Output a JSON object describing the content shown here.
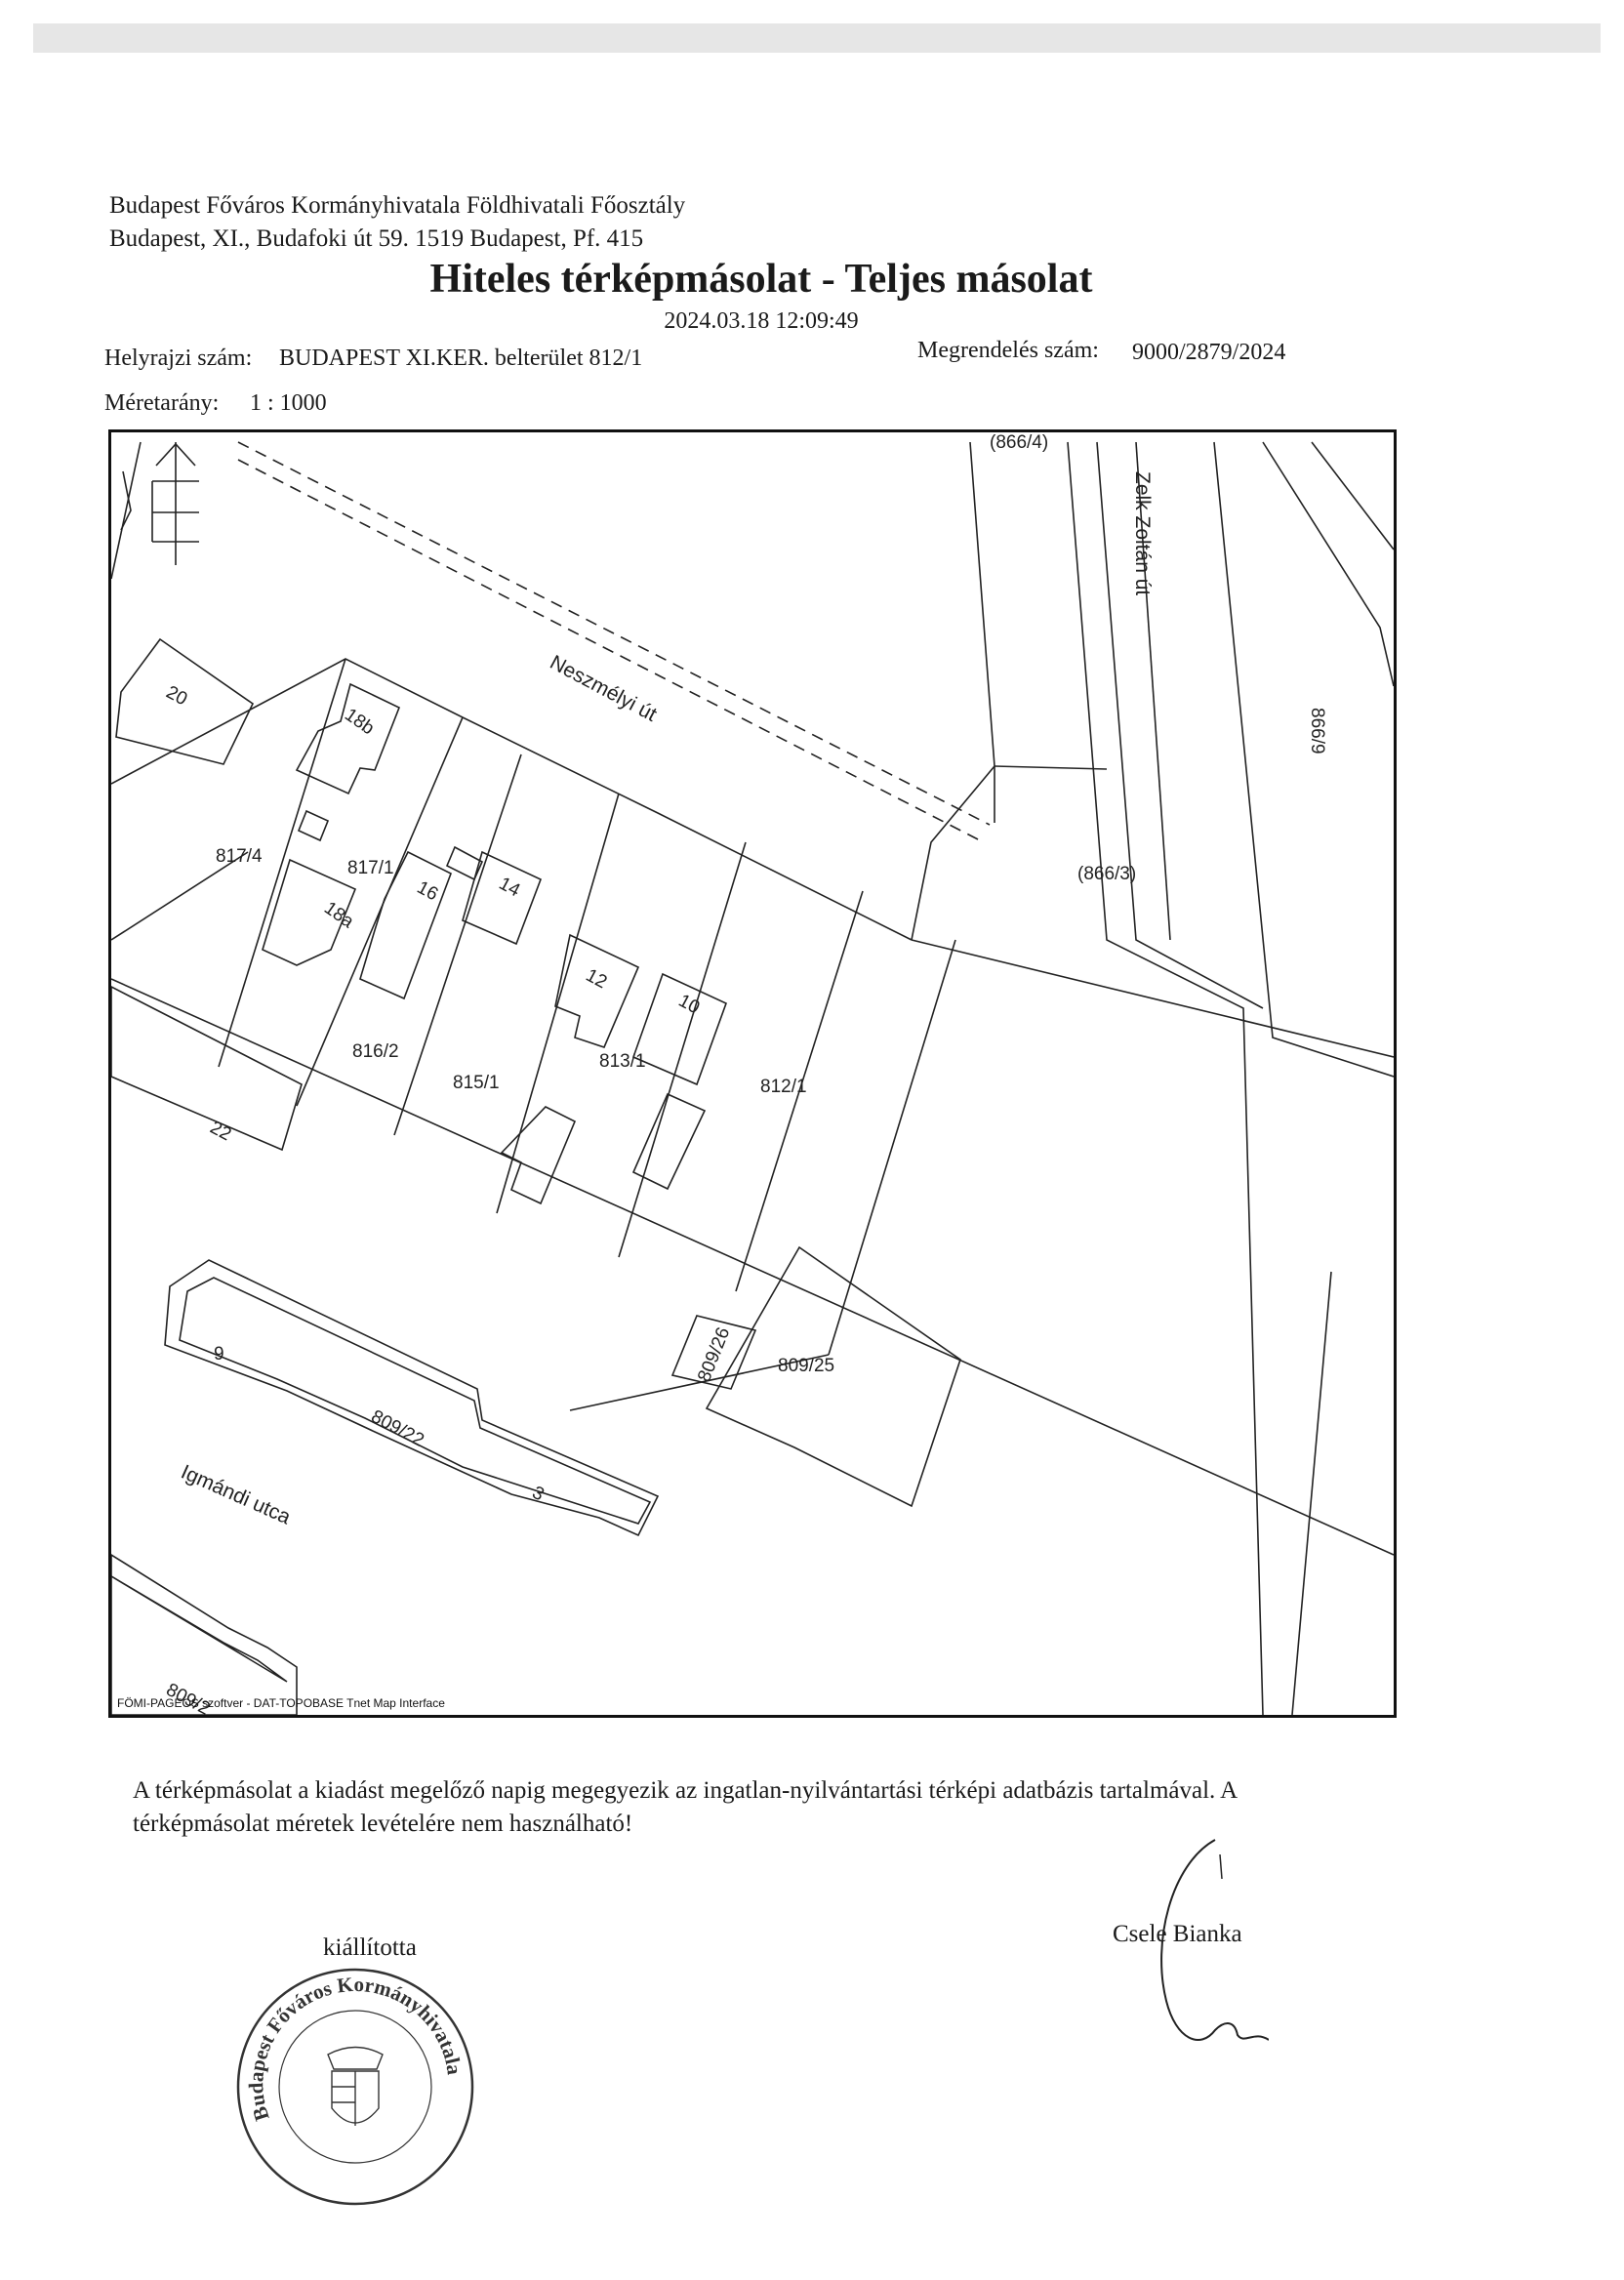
{
  "header": {
    "office_line1": "Budapest Főváros Kormányhivatala Földhivatali Főosztály",
    "office_line2": "Budapest, XI., Budafoki út 59. 1519 Budapest, Pf. 415",
    "title": "Hiteles térképmásolat - Teljes másolat",
    "datetime": "2024.03.18 12:09:49"
  },
  "fields": {
    "parcel_label": "Helyrajzi szám:",
    "parcel_value": "BUDAPEST XI.KER. belterület 812/1",
    "order_label": "Megrendelés szám:",
    "order_value": "9000/2879/2024",
    "scale_label": "Méretarány:",
    "scale_value": "1 : 1000"
  },
  "map": {
    "streets": [
      "Neszmélyi út",
      "Zelk Zoltán út",
      "Igmándi utca"
    ],
    "parcels": [
      "817/4",
      "817/1",
      "816/2",
      "815/1",
      "813/1",
      "812/1",
      "809/22",
      "809/25",
      "809/26",
      "(866/3)",
      "(866/4)",
      "866/9",
      "809/2"
    ],
    "house_numbers": [
      "20",
      "18b",
      "18a",
      "16",
      "14",
      "12",
      "10",
      "22",
      "9",
      "3"
    ],
    "credit": "FÖMI-PAGEOS szoftver - DAT-TOPOBASE Tnet Map Interface"
  },
  "footer": {
    "note": "A térképmásolat a kiadást megelőző napig megegyezik az ingatlan-nyilvántartási térképi adatbázis tartalmával. A térképmásolat méretek levételére nem használható!",
    "issued_label": "kiállította",
    "signer": "Csele Bianka",
    "stamp_text": "Budapest Főváros Kormányhivatala"
  }
}
